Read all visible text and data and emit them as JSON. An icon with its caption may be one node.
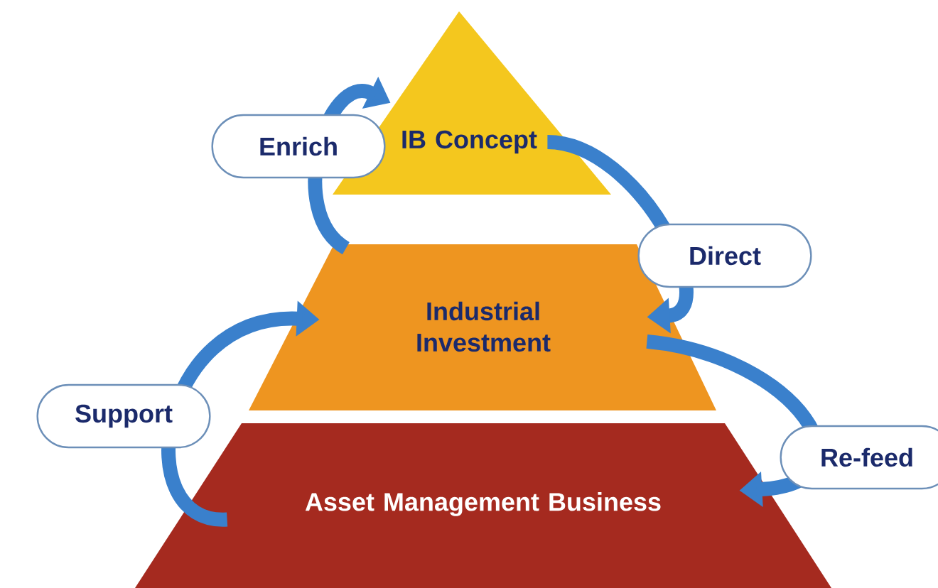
{
  "diagram": {
    "nodes": [
      {
        "text": [
          "IB Concept"
        ]
      },
      {
        "text": [
          "Industrial Investment"
        ]
      },
      {
        "text": [
          "Asset Management Business"
        ]
      }
    ],
    "edges": [
      {
        "from": 1,
        "to": 0,
        "arrow": "to",
        "label": "Enrich"
      },
      {
        "from": 0,
        "to": 1,
        "arrow": "to",
        "label": "Direct"
      },
      {
        "from": 2,
        "to": 1,
        "arrow": "to",
        "label": "Support"
      },
      {
        "from": 1,
        "to": 2,
        "arrow": "to",
        "label": "Re-feed"
      }
    ]
  }
}
